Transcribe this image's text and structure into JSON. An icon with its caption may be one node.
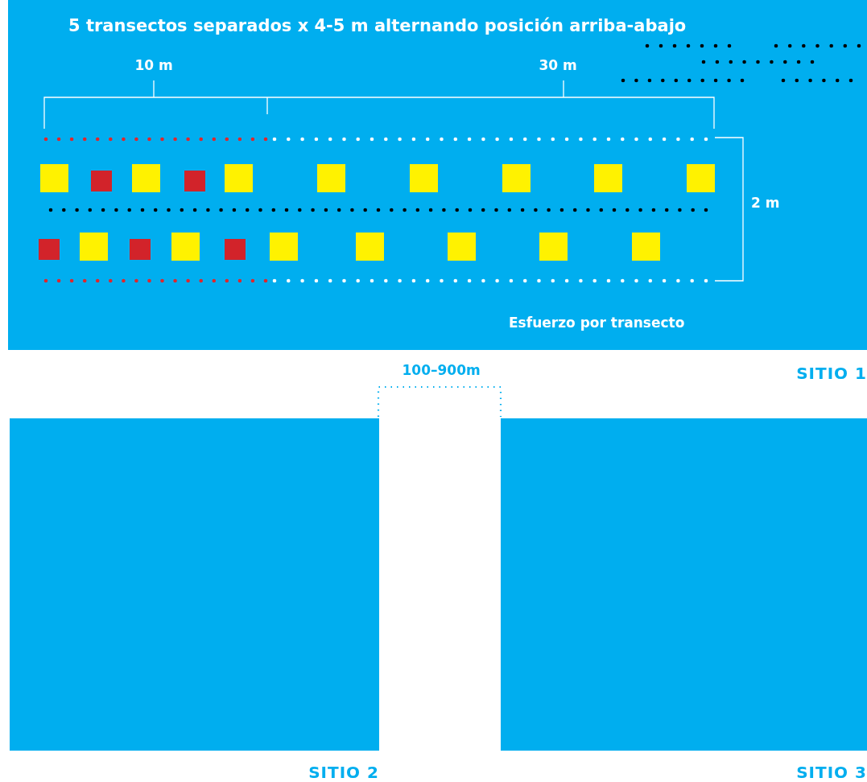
{
  "diagram": {
    "nodes": [
      {
        "text": [
          "SITIO 1"
        ]
      },
      {
        "text": [
          "SITIO 2"
        ]
      },
      {
        "text": [
          "SITIO 3"
        ]
      }
    ],
    "labels": [
      "5 transectos separados x 4-5 m alternando posición arriba-abajo",
      "10 m",
      "30 m",
      "2 m",
      "Esfuerzo por transecto",
      "100–900m"
    ]
  }
}
